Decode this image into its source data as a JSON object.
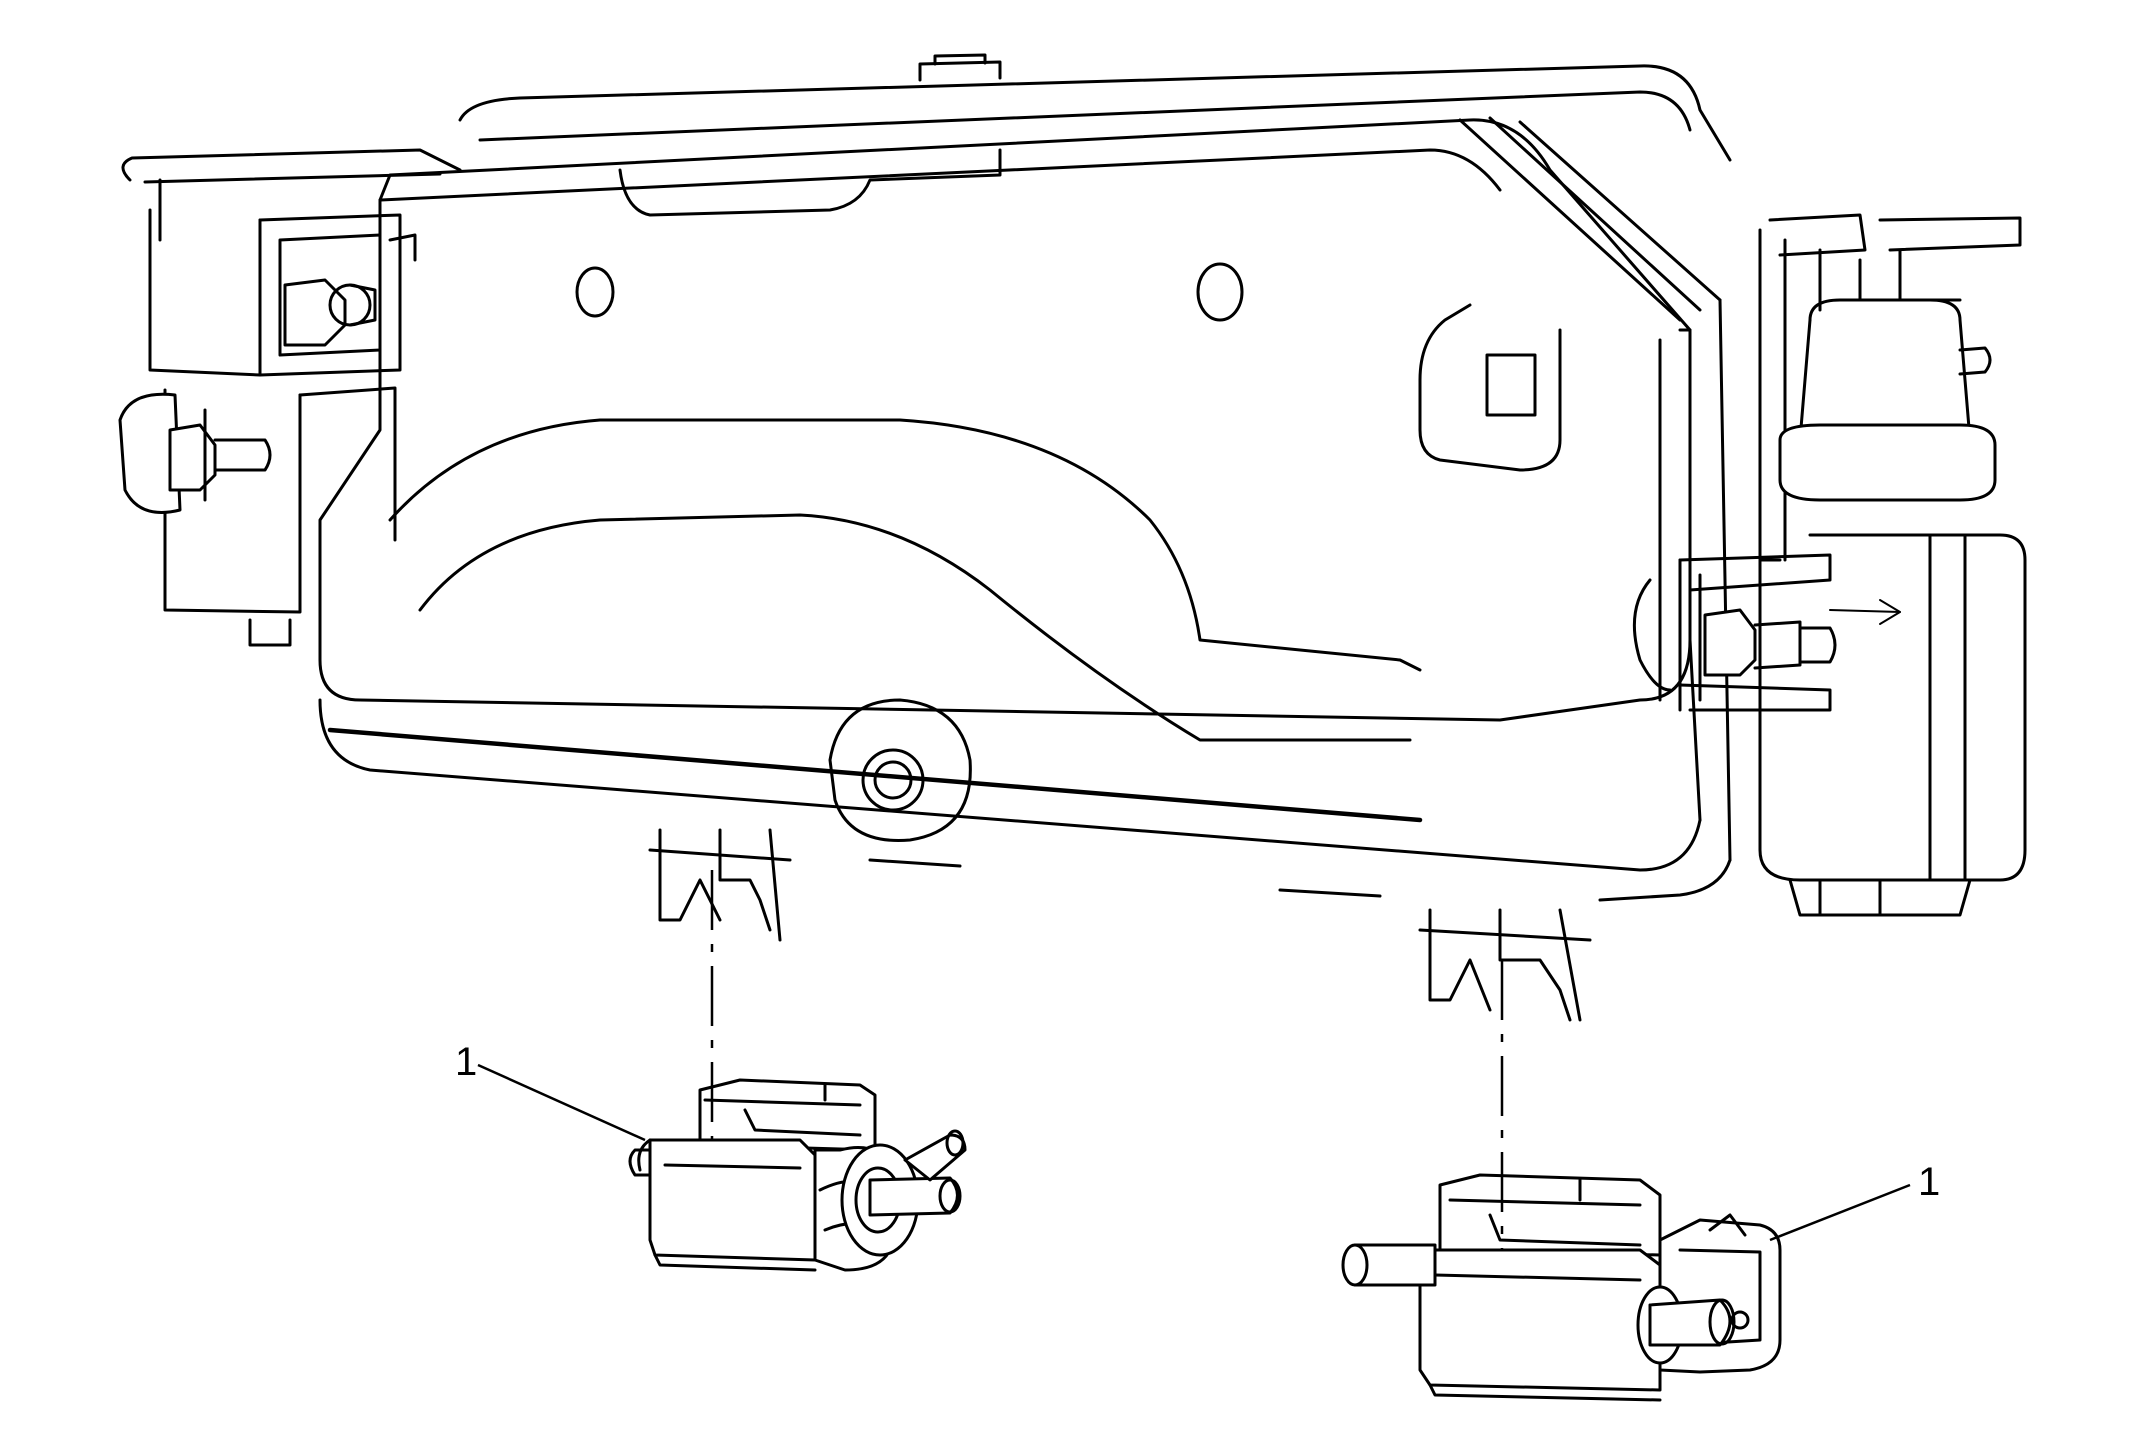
{
  "callouts": [
    {
      "id": "callout-left",
      "label": "1"
    },
    {
      "id": "callout-right",
      "label": "1"
    }
  ],
  "colors": {
    "line": "#000000",
    "background": "#ffffff"
  }
}
